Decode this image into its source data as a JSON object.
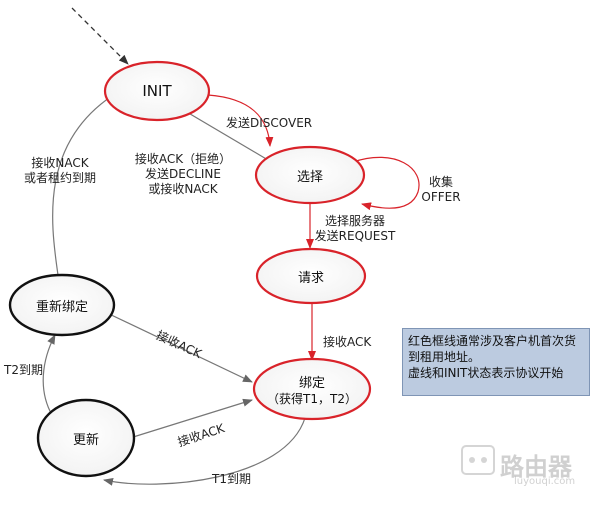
{
  "states": {
    "init": "INIT",
    "select": "选择",
    "request": "请求",
    "rebind": "重新绑定",
    "bound_line1": "绑定",
    "bound_line2": "（获得T1，T2）",
    "renew": "更新"
  },
  "edges": {
    "send_discover": "发送DISCOVER",
    "ack_reject_l1": "接收ACK（拒绝）",
    "ack_reject_l2": "发送DECLINE",
    "ack_reject_l3": "或接收NACK",
    "collect_l1": "收集",
    "collect_l2": "OFFER",
    "choose_server_l1": "选择服务器",
    "choose_server_l2": "发送REQUEST",
    "nack_l1": "接收NACK",
    "nack_l2": "或者租约到期",
    "recv_ack": "接收ACK",
    "rebind_ack": "接收ACK",
    "renew_ack": "接收ACK",
    "t2_expire": "T2到期",
    "t1_expire": "T1到期"
  },
  "note": {
    "line1": "红色框线通常涉及客户机首次货",
    "line2": "到租用地址。",
    "line3": "虚线和INIT状态表示协议开始"
  },
  "watermark": {
    "text": "路由器",
    "sub": "luyouqi.com"
  },
  "colors": {
    "red_outline": "#d9232a",
    "arrow_gray": "#777777",
    "node_fill": "#ffffff"
  }
}
